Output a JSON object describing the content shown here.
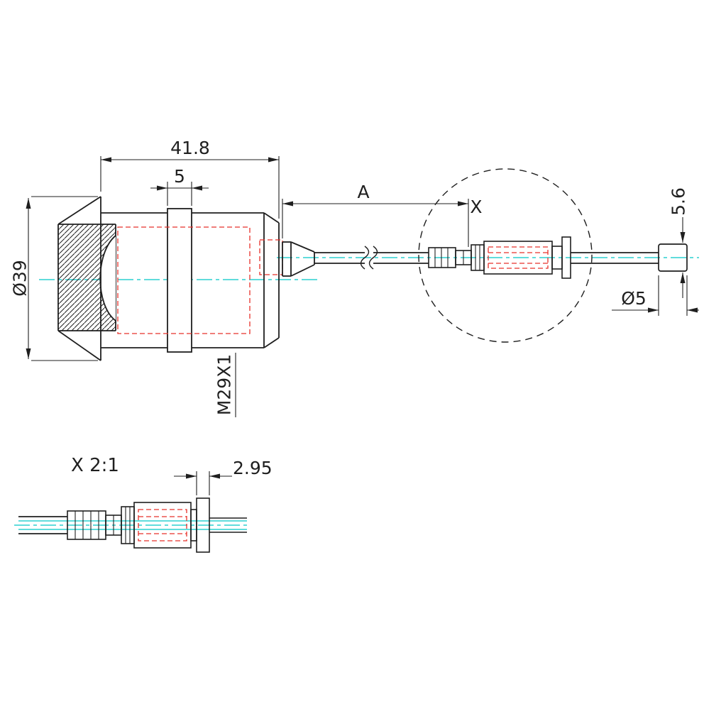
{
  "drawing": {
    "type": "technical-drawing",
    "dimensions": {
      "overall_length": "41.8",
      "nut_width": "5",
      "cable_length": "A",
      "detail_marker": "X",
      "flange_diameter": "Ø39",
      "thread_spec": "M29X1",
      "tip_height": "5.6",
      "cable_diameter": "Ø5"
    },
    "detail_view": {
      "title": "X 2:1",
      "flange_width": "2.95"
    },
    "colors": {
      "line": "#1f1f1f",
      "hidden_line": "#e8312a",
      "centerline": "#00c8c8",
      "background": "#ffffff"
    }
  }
}
